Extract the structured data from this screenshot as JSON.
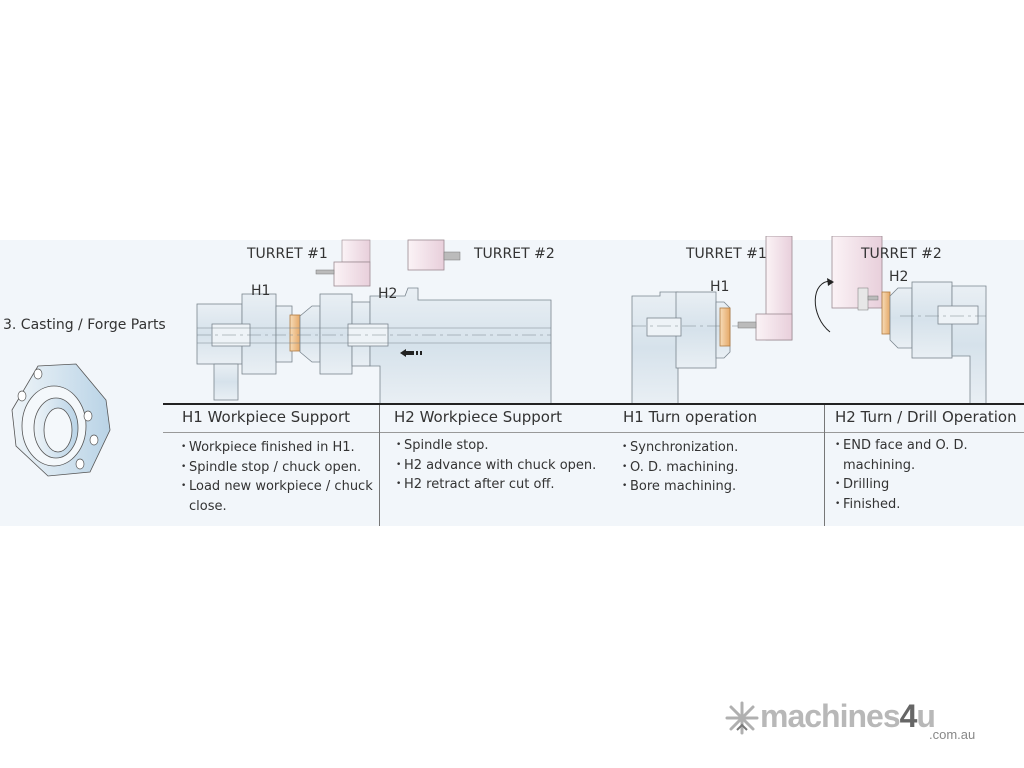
{
  "section": {
    "title": "3. Casting / Forge Parts",
    "part_image": "flange-casting-illustration"
  },
  "diagram_labels": {
    "turret1_a": "TURRET #1",
    "turret2_a": "TURRET #2",
    "h1_a": "H1",
    "h2_a": "H2",
    "turret1_b": "TURRET #1",
    "turret2_b": "TURRET #2",
    "h1_b": "H1",
    "h2_b": "H2"
  },
  "colors": {
    "band_bg": "#f2f6fa",
    "spindle_fill": "#dfe8ef",
    "turret_fill": "#f2e1e8",
    "workpiece_fill": "#f1c999",
    "outline": "#6b7680"
  },
  "columns": [
    {
      "title": "H1 Workpiece Support",
      "items": [
        "Workpiece finished in H1.",
        "Spindle stop / chuck open.",
        "Load new workpiece / chuck close."
      ]
    },
    {
      "title": "H2 Workpiece Support",
      "items": [
        "Spindle stop.",
        "H2 advance with chuck open.",
        "H2 retract after cut off."
      ]
    },
    {
      "title": "H1 Turn operation",
      "items": [
        "Synchronization.",
        "O. D. machining.",
        "Bore machining."
      ]
    },
    {
      "title": "H2 Turn / Drill Operation",
      "items": [
        "END face and O. D. machining.",
        "Drilling",
        "Finished."
      ]
    }
  ],
  "logo": {
    "main": "machines",
    "number": "4",
    "suffix": "u",
    "domain": ".com.au"
  }
}
